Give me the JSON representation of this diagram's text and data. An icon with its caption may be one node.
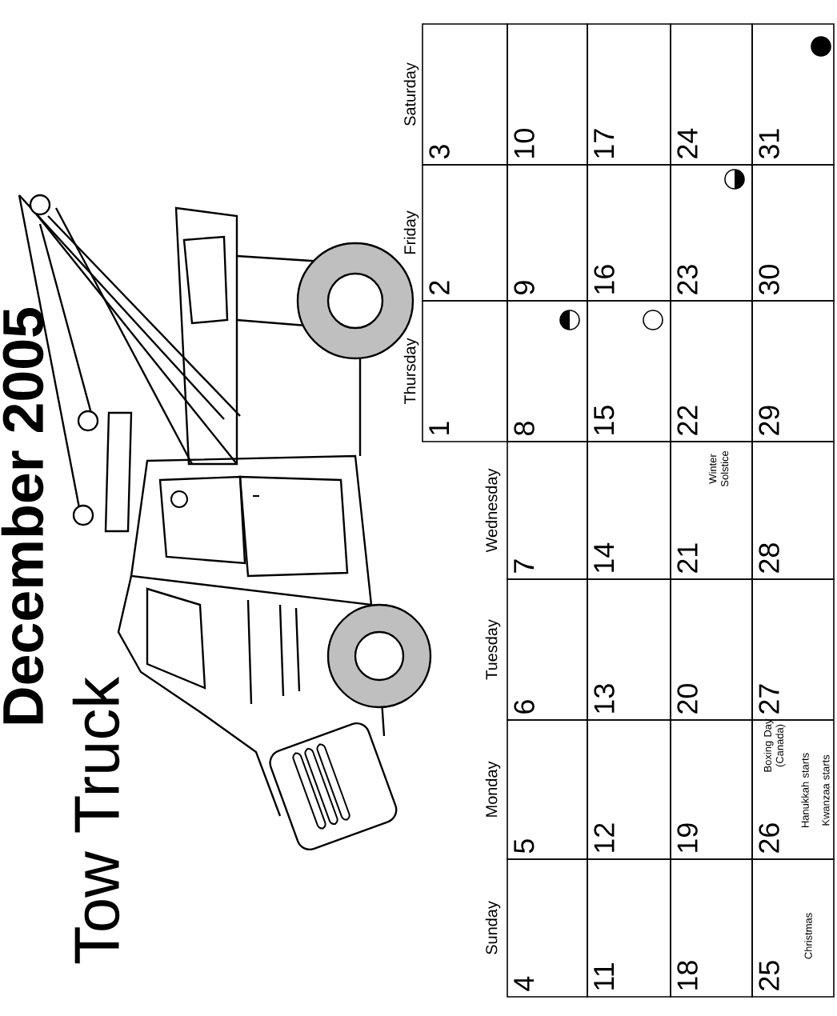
{
  "diagram": {
    "title": "December 2005",
    "nodes": [
      {
        "text": [
          "1"
        ]
      },
      {
        "text": [
          "2"
        ]
      },
      {
        "text": [
          "3"
        ]
      },
      {
        "text": [
          "4"
        ]
      },
      {
        "text": [
          "5"
        ]
      },
      {
        "text": [
          "6"
        ]
      },
      {
        "text": [
          "7"
        ]
      },
      {
        "text": [
          "8"
        ]
      },
      {
        "text": [
          "9"
        ]
      },
      {
        "text": [
          "10"
        ]
      },
      {
        "text": [
          "11"
        ]
      },
      {
        "text": [
          "12"
        ]
      },
      {
        "text": [
          "13"
        ]
      },
      {
        "text": [
          "14"
        ]
      },
      {
        "text": [
          "15"
        ]
      },
      {
        "text": [
          "16"
        ]
      },
      {
        "text": [
          "17"
        ]
      },
      {
        "text": [
          "18"
        ]
      },
      {
        "text": [
          "19"
        ]
      },
      {
        "text": [
          "20"
        ]
      },
      {
        "text": [
          "21",
          "Winter Solstice"
        ]
      },
      {
        "text": [
          "22"
        ]
      },
      {
        "text": [
          "23"
        ]
      },
      {
        "text": [
          "24"
        ]
      },
      {
        "text": [
          "25",
          "Christmas"
        ]
      },
      {
        "text": [
          "26",
          "Boxing Day (Canada)",
          "Hanukkah starts",
          "Kwanzaa starts"
        ]
      },
      {
        "text": [
          "27"
        ]
      },
      {
        "text": [
          "28"
        ]
      },
      {
        "text": [
          "29"
        ]
      },
      {
        "text": [
          "30"
        ]
      },
      {
        "text": [
          "31"
        ]
      }
    ],
    "labels": [
      "Tow Truck",
      "Sunday",
      "Monday",
      "Tuesday",
      "Wednesday",
      "Thursday",
      "Friday",
      "Saturday"
    ]
  }
}
